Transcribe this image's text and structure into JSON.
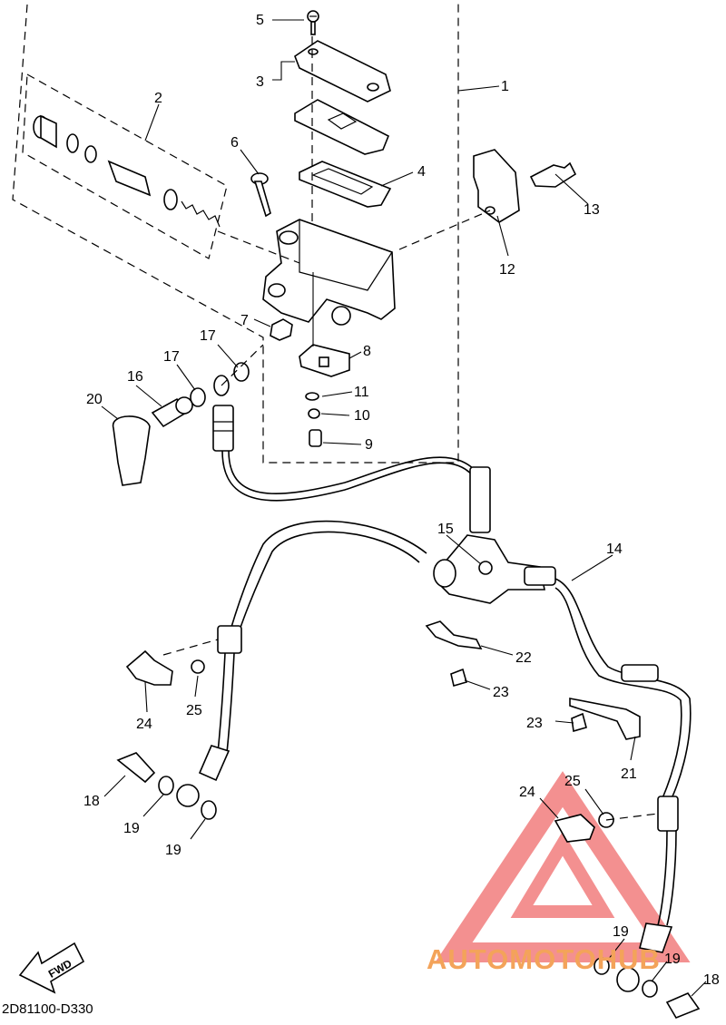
{
  "diagram": {
    "callouts": [
      "1",
      "2",
      "3",
      "4",
      "5",
      "6",
      "7",
      "8",
      "9",
      "10",
      "11",
      "12",
      "13",
      "14",
      "15",
      "16",
      "17",
      "17",
      "18",
      "18",
      "19",
      "19",
      "19",
      "19",
      "20",
      "21",
      "22",
      "23",
      "23",
      "24",
      "24",
      "25",
      "25"
    ],
    "fwd_label": "FWD",
    "drawing_code": "2D81100-D330"
  },
  "watermark": {
    "text": "AUTOMOTOHUB",
    "color": "#f3a35a",
    "triangle_color": "#ef6b6b"
  }
}
